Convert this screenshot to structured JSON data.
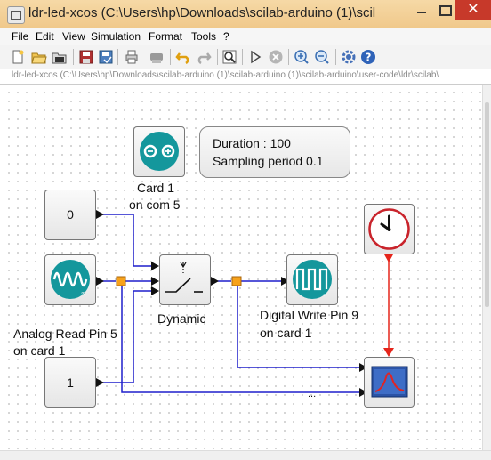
{
  "window": {
    "title": "ldr-led-xcos (C:\\Users\\hp\\Downloads\\scilab-arduino (1)\\scil",
    "close_glyph": "✕"
  },
  "menu": [
    "File",
    "Edit",
    "View",
    "Simulation",
    "Format",
    "Tools",
    "?"
  ],
  "toolbar_icons": [
    "new-diagram-icon",
    "open-icon",
    "open-in-scilab-icon",
    "save-icon",
    "save-as-icon",
    "print-icon",
    "export-icon",
    "undo-icon",
    "redo-icon",
    "fit-diagram-icon",
    "start-icon",
    "stop-icon",
    "zoom-in-icon",
    "zoom-out-icon",
    "setup-icon",
    "help-icon"
  ],
  "path": "ldr-led-xcos (C:\\Users\\hp\\Downloads\\scilab-arduino (1)\\scilab-arduino (1)\\scilab-arduino\\user-code\\ldr\\scilab\\",
  "diagram": {
    "card_label_1": "Card 1",
    "card_label_2": "on com 5",
    "params_line1": "Duration : 100",
    "params_line2": "Sampling period 0.1",
    "const_top_value": "0",
    "const_bottom_value": "1",
    "analog_label_1": "Analog Read Pin 5",
    "analog_label_2": "on card 1",
    "switch_label": "Dynamic",
    "digital_label_1": "Digital Write Pin 9",
    "digital_label_2": "on card 1",
    "stray_dots": "..."
  },
  "colors": {
    "link_blue": "#1f1fcc",
    "event_red": "#e5251b",
    "split_orange": "#f7a21b",
    "arduino_teal": "#14979c"
  }
}
